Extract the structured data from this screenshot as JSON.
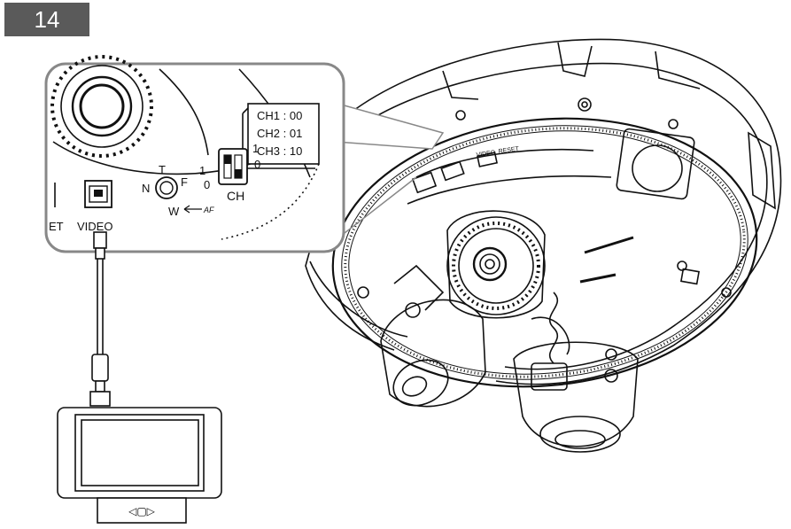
{
  "step": {
    "number": "14"
  },
  "zoom_panel": {
    "channel_map": [
      "CH1 : 00",
      "CH2 : 01",
      "CH3 : 10"
    ],
    "focus_dial": {
      "near": "N",
      "far": "F",
      "tele": "T",
      "wide": "W",
      "af": "AF"
    },
    "ch_switch": {
      "label": "CH",
      "left_one": "1",
      "left_zero": "0",
      "right_one": "1",
      "right_zero": "0"
    },
    "video_port_label": "VIDEO",
    "reset_label_partial": "ET"
  },
  "camera_body": {
    "small_labels": [
      "VIDEO",
      "RESET"
    ]
  },
  "monitor": {
    "nav_glyph": "◁▢▷"
  }
}
